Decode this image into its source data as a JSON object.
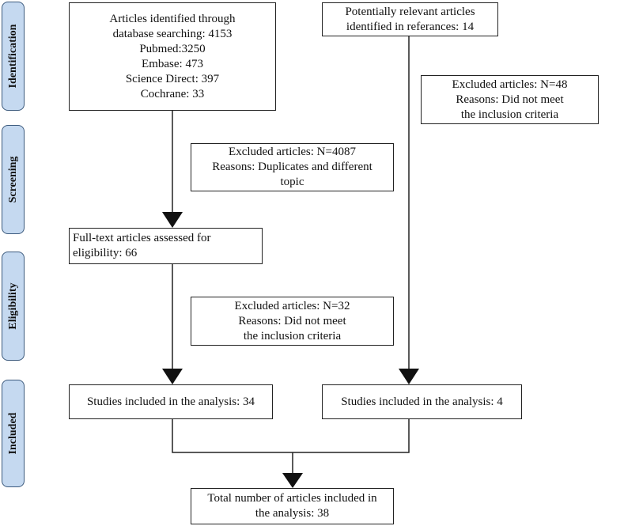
{
  "phases": [
    "Identification",
    "Screening",
    "Eligibility",
    "Included"
  ],
  "boxes": {
    "db_search": [
      "Articles identified through",
      "database searching: 4153",
      "Pubmed:3250",
      "Embase: 473",
      "Science Direct: 397",
      "Cochrane: 33"
    ],
    "references": [
      "Potentially relevant articles",
      "identified in referances: 14"
    ],
    "excluded_48": [
      "Excluded articles: N=48",
      "Reasons: Did not meet",
      "the inclusion criteria"
    ],
    "excluded_4087": [
      "Excluded articles: N=4087",
      "Reasons: Duplicates and different",
      "topic"
    ],
    "full_text": [
      "Full-text articles assessed for",
      "eligibility: 66"
    ],
    "excluded_32": [
      "Excluded articles: N=32",
      "Reasons: Did not meet",
      "the inclusion criteria"
    ],
    "included_34": [
      "Studies included in the analysis: 34"
    ],
    "included_4": [
      "Studies included in the analysis: 4"
    ],
    "total": [
      "Total number of articles included in",
      "the analysis: 38"
    ]
  }
}
